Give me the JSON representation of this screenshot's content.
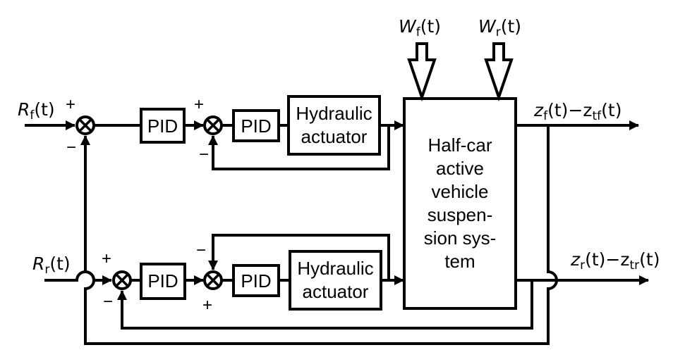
{
  "colors": {
    "stroke": "#000000",
    "background": "#ffffff"
  },
  "inputs": {
    "front": {
      "name": "R",
      "sub": "f",
      "arg": "(t)"
    },
    "rear": {
      "name": "R",
      "sub": "r",
      "arg": "(t)"
    }
  },
  "disturbances": {
    "front": {
      "name": "W",
      "sub": "f",
      "arg": "(t)"
    },
    "rear": {
      "name": "W",
      "sub": "r",
      "arg": "(t)"
    }
  },
  "outputs": {
    "front": {
      "a": "z",
      "a_sub": "f",
      "mid": "(t)−z",
      "b_sub": "tf",
      "end": "(t)"
    },
    "rear": {
      "a": "z",
      "a_sub": "r",
      "mid": "(t)−z",
      "b_sub": "tr",
      "end": "(t)"
    }
  },
  "blocks": {
    "pid_label": "PID",
    "actuator_line1": "Hydraulic",
    "actuator_line2": "actuator",
    "plant_lines": [
      "Half-car",
      "active",
      "vehicle",
      "suspen-",
      "sion sys-",
      "tem"
    ]
  },
  "signs": {
    "plus": "+",
    "minus": "−"
  },
  "icons": {
    "summing_junction": "circle-x-icon",
    "disturbance_arrow": "hollow-down-arrow-icon",
    "line_crossing": "hop-over-icon"
  }
}
